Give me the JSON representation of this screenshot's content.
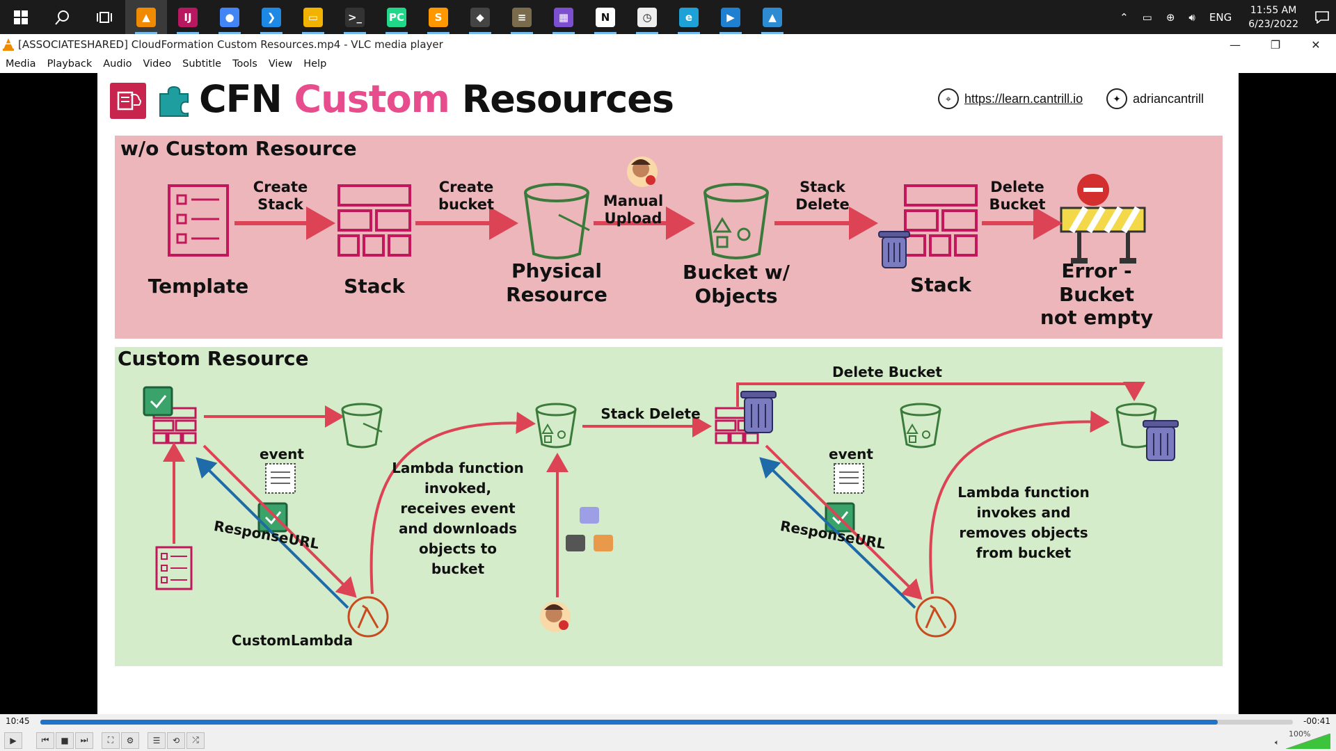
{
  "taskbar": {
    "apps": [
      {
        "name": "vlc",
        "letter": "▲",
        "color": "#f08a00",
        "active": true
      },
      {
        "name": "intellij",
        "letter": "IJ",
        "color": "#b8185f"
      },
      {
        "name": "chrome",
        "letter": "●",
        "color": "#4285f4"
      },
      {
        "name": "vscode",
        "letter": "❯",
        "color": "#1e88e5"
      },
      {
        "name": "explorer",
        "letter": "▭",
        "color": "#f2b200"
      },
      {
        "name": "terminal",
        "letter": ">_",
        "color": "#333333"
      },
      {
        "name": "pycharm",
        "letter": "PC",
        "color": "#21d789"
      },
      {
        "name": "sublime",
        "letter": "S",
        "color": "#ff9800"
      },
      {
        "name": "defender",
        "letter": "◆",
        "color": "#444444"
      },
      {
        "name": "app-generic",
        "letter": "≡",
        "color": "#7a6b4d"
      },
      {
        "name": "app-purple",
        "letter": "▦",
        "color": "#7b4fcf"
      },
      {
        "name": "notion",
        "letter": "N",
        "color": "#ffffff"
      },
      {
        "name": "clock-app",
        "letter": "◷",
        "color": "#eeeeee"
      },
      {
        "name": "edge",
        "letter": "e",
        "color": "#1ea1d6"
      },
      {
        "name": "video-editor",
        "letter": "▶",
        "color": "#1f7fd1"
      },
      {
        "name": "photos",
        "letter": "▲",
        "color": "#2f8bd1"
      }
    ],
    "tray": {
      "language": "ENG",
      "time": "11:55 AM",
      "date": "6/23/2022"
    }
  },
  "window": {
    "title": "[ASSOCIATESHARED] CloudFormation Custom Resources.mp4 - VLC media player",
    "menu": [
      "Media",
      "Playback",
      "Audio",
      "Video",
      "Subtitle",
      "Tools",
      "View",
      "Help"
    ]
  },
  "slide": {
    "title_part1": "CFN ",
    "title_part2": "Custom",
    "title_part3": " Resources",
    "link": "https://learn.cantrill.io",
    "twitter": "adriancantrill",
    "top_panel": {
      "title": "w/o Custom Resource",
      "arrows": [
        "Create Stack",
        "Create bucket",
        "Manual Upload",
        "Stack Delete",
        "Delete Bucket"
      ],
      "nodes": [
        "Template",
        "Stack",
        "Physical Resource",
        "Bucket w/ Objects",
        "Stack",
        "Error - Bucket not empty"
      ]
    },
    "bottom_panel": {
      "title": "Custom Resource",
      "delete_bucket": "Delete Bucket",
      "stack_delete": "Stack Delete",
      "event_left": "event",
      "event_right": "event",
      "response_left": "ResponseURL",
      "response_right": "ResponseURL",
      "custom_lambda": "CustomLambda",
      "lambda_desc": "Lambda function invoked, receives event and downloads objects to bucket",
      "lambda_remove": "Lambda function invokes and removes objects from bucket"
    }
  },
  "player": {
    "elapsed": "10:45",
    "remaining": "-00:41",
    "progress": 0.94,
    "volume": "100%"
  },
  "colors": {
    "arrow_red": "#dc4456",
    "dark_red": "#c2185b",
    "bucket_green": "#3a7a3a",
    "blue_arrow": "#1f6aa8",
    "trash_purple": "#5a5a9a",
    "check_green": "#3aa36a"
  }
}
